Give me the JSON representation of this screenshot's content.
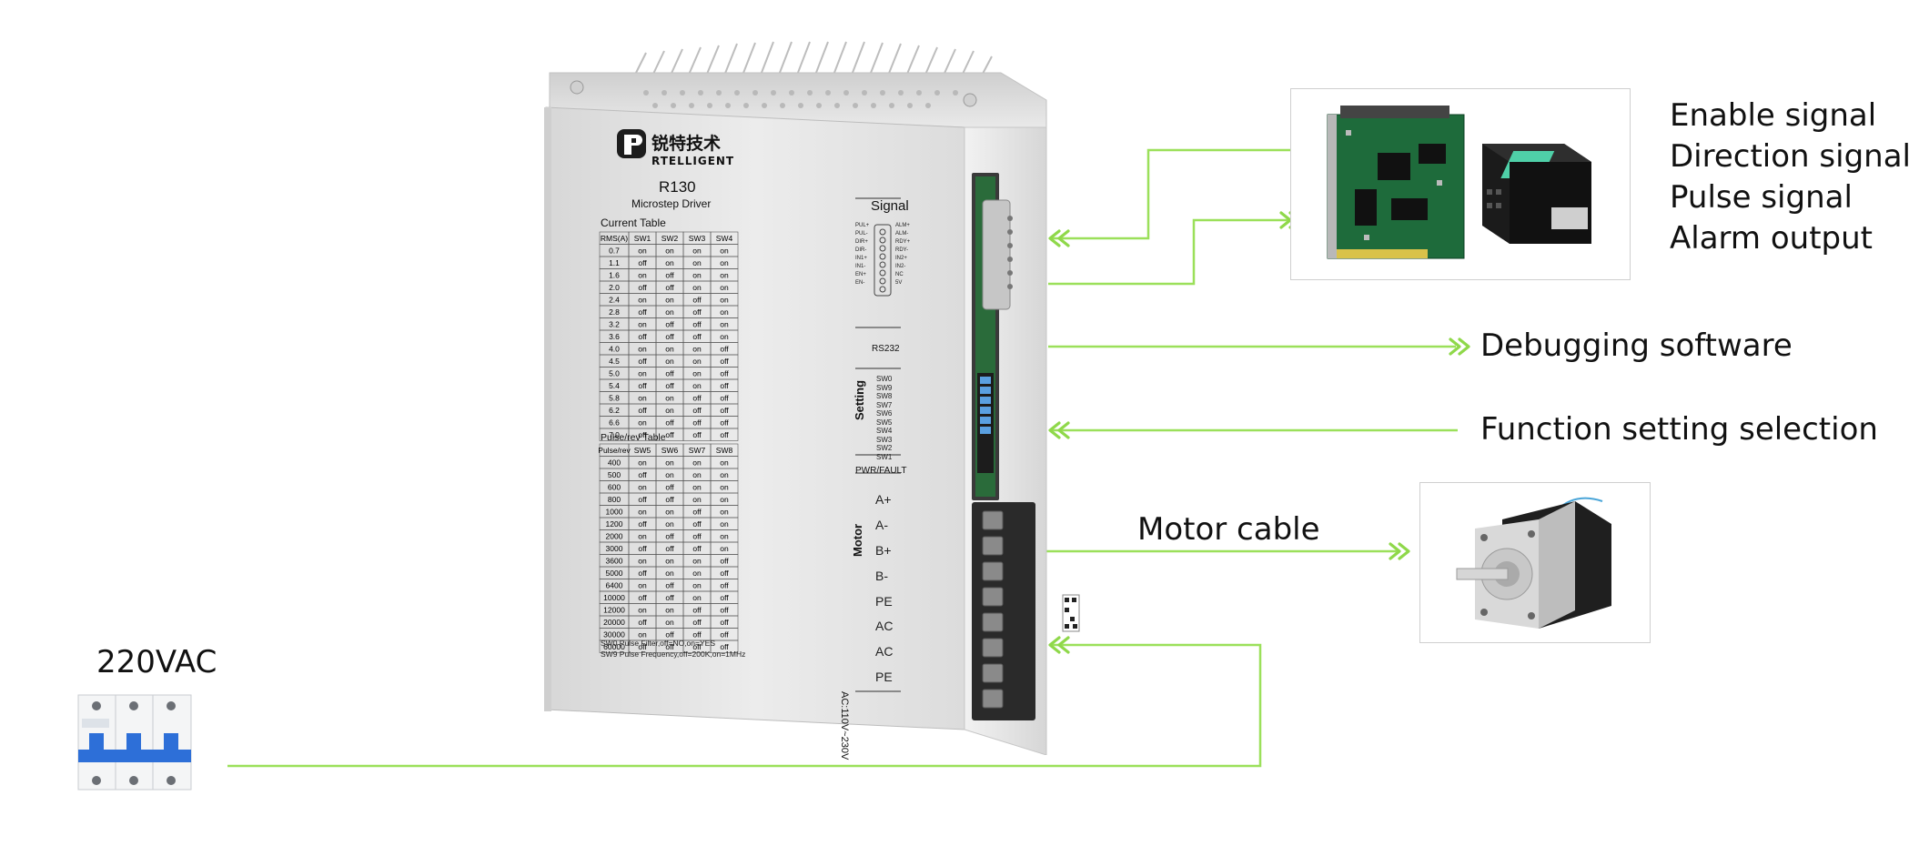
{
  "colors": {
    "connector": "#9be05a",
    "arrow": "#8fd84a",
    "housing": "#e3e3e3",
    "housing_dark": "#bdbdbd",
    "terminal": "#2a2a2a",
    "breaker_blue": "#2d6fd8"
  },
  "brand": {
    "cn": "锐特技术",
    "en": "RTELLIGENT",
    "logo_icon": "rtelligent-logo-icon"
  },
  "driver": {
    "model": "R130",
    "subtitle": "Microstep Driver",
    "current_table": {
      "title": "Current Table",
      "headers": [
        "RMS(A)",
        "SW1",
        "SW2",
        "SW3",
        "SW4"
      ],
      "rows": [
        [
          "0.7",
          "on",
          "on",
          "on",
          "on"
        ],
        [
          "1.1",
          "off",
          "on",
          "on",
          "on"
        ],
        [
          "1.6",
          "on",
          "off",
          "on",
          "on"
        ],
        [
          "2.0",
          "off",
          "off",
          "on",
          "on"
        ],
        [
          "2.4",
          "on",
          "on",
          "off",
          "on"
        ],
        [
          "2.8",
          "off",
          "on",
          "off",
          "on"
        ],
        [
          "3.2",
          "on",
          "off",
          "off",
          "on"
        ],
        [
          "3.6",
          "off",
          "off",
          "off",
          "on"
        ],
        [
          "4.0",
          "on",
          "on",
          "on",
          "off"
        ],
        [
          "4.5",
          "off",
          "on",
          "on",
          "off"
        ],
        [
          "5.0",
          "on",
          "off",
          "on",
          "off"
        ],
        [
          "5.4",
          "off",
          "off",
          "on",
          "off"
        ],
        [
          "5.8",
          "on",
          "on",
          "off",
          "off"
        ],
        [
          "6.2",
          "off",
          "on",
          "off",
          "off"
        ],
        [
          "6.6",
          "on",
          "off",
          "off",
          "off"
        ],
        [
          "7.0",
          "off",
          "off",
          "off",
          "off"
        ]
      ]
    },
    "pulse_table": {
      "title": "Pulse/rev Table",
      "headers": [
        "Pulse/rev",
        "SW5",
        "SW6",
        "SW7",
        "SW8"
      ],
      "rows": [
        [
          "400",
          "on",
          "on",
          "on",
          "on"
        ],
        [
          "500",
          "off",
          "on",
          "on",
          "on"
        ],
        [
          "600",
          "on",
          "off",
          "on",
          "on"
        ],
        [
          "800",
          "off",
          "off",
          "on",
          "on"
        ],
        [
          "1000",
          "on",
          "on",
          "off",
          "on"
        ],
        [
          "1200",
          "off",
          "on",
          "off",
          "on"
        ],
        [
          "2000",
          "on",
          "off",
          "off",
          "on"
        ],
        [
          "3000",
          "off",
          "off",
          "off",
          "on"
        ],
        [
          "3600",
          "on",
          "on",
          "on",
          "off"
        ],
        [
          "5000",
          "off",
          "on",
          "on",
          "off"
        ],
        [
          "6400",
          "on",
          "off",
          "on",
          "off"
        ],
        [
          "10000",
          "off",
          "off",
          "on",
          "off"
        ],
        [
          "12000",
          "on",
          "on",
          "off",
          "off"
        ],
        [
          "20000",
          "off",
          "on",
          "off",
          "off"
        ],
        [
          "30000",
          "on",
          "off",
          "off",
          "off"
        ],
        [
          "60000",
          "off",
          "off",
          "off",
          "off"
        ]
      ]
    },
    "notes": [
      "SW0 Pulse Filter,off=NO,on=YES",
      "SW9 Pulse Frequency,off=200K,on=1MHz"
    ],
    "panel": {
      "signal_title": "Signal",
      "signal_pins_left": [
        "PUL+",
        "PUL-",
        "DIR+",
        "DIR-",
        "IN1+",
        "IN1-",
        "EN+",
        "EN-"
      ],
      "signal_pins_right": [
        "ALM+",
        "ALM-",
        "RDY+",
        "RDY-",
        "IN2+",
        "IN2-",
        "NC",
        "5V"
      ],
      "rs232": "RS232",
      "setting_title": "Setting",
      "setting_switches": [
        "SW0",
        "SW9",
        "SW8",
        "SW7",
        "SW6",
        "SW5",
        "SW4",
        "SW3",
        "SW2",
        "SW1"
      ],
      "pwr_fault": "PWR/FAULT",
      "motor_title": "Motor",
      "motor_terminals": [
        "A+",
        "A-",
        "B+",
        "B-",
        "PE"
      ],
      "ac_title": "AC:110V~230V",
      "ac_terminals": [
        "AC",
        "AC",
        "PE"
      ]
    }
  },
  "labels": {
    "signals": [
      "Enable signal",
      "Direction signal",
      "Pulse signal",
      "Alarm output"
    ],
    "debugging": "Debugging software",
    "function": "Function setting selection",
    "motor_cable": "Motor cable",
    "power": "220VAC"
  },
  "icons": {
    "controller_card": "pci-motion-card-icon",
    "plc": "plc-controller-icon",
    "stepper_motor": "stepper-motor-icon",
    "circuit_breaker": "circuit-breaker-icon"
  }
}
